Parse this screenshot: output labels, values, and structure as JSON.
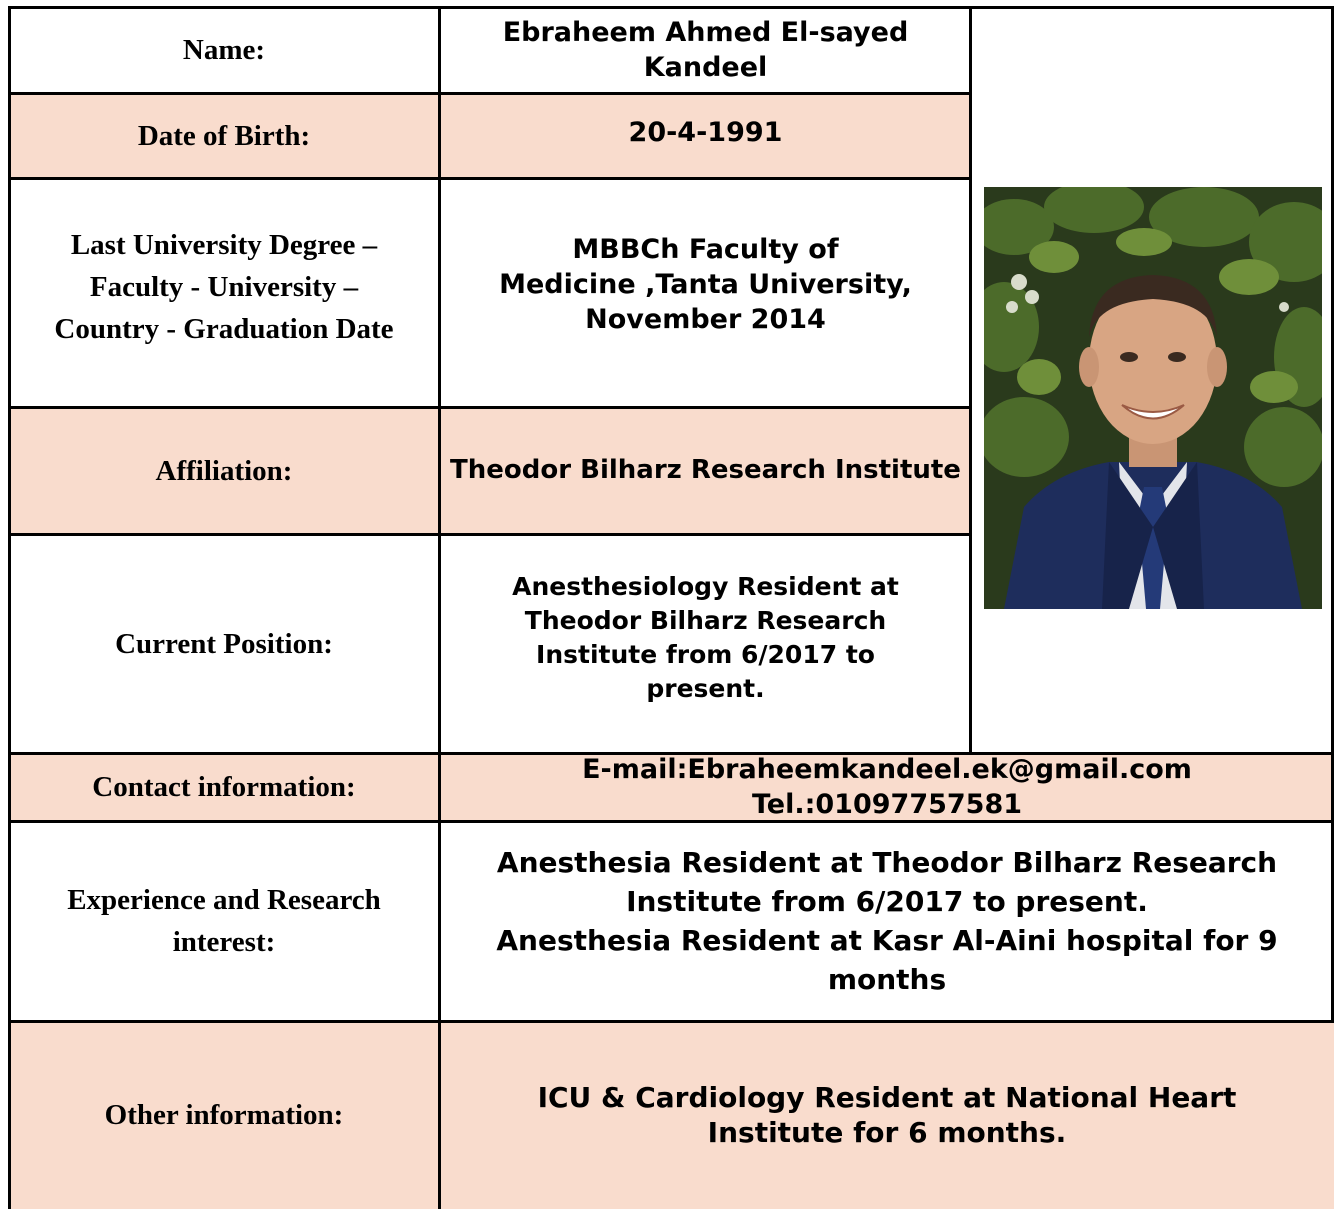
{
  "rows": {
    "name": {
      "label": "Name:",
      "value": [
        "Ebraheem Ahmed El-sayed",
        "Kandeel"
      ]
    },
    "dob": {
      "label": "Date of Birth:",
      "value": [
        "20-4-1991"
      ]
    },
    "degree": {
      "label": [
        "Last University Degree –",
        "Faculty - University –",
        "Country - Graduation Date"
      ],
      "value": [
        "MBBCh Faculty of",
        "Medicine  ,Tanta  University,",
        "November  2014"
      ]
    },
    "affiliation": {
      "label": "Affiliation:",
      "value": [
        "Theodor Bilharz Research Institute"
      ]
    },
    "position": {
      "label": "Current Position:",
      "value": [
        "Anesthesiology Resident at",
        "Theodor Bilharz Research",
        "Institute from 6/2017 to",
        "present."
      ]
    },
    "contact": {
      "label": "Contact information:",
      "value": [
        "E-mail:Ebraheemkandeel.ek@gmail.com",
        "Tel.:01097757581"
      ]
    },
    "experience": {
      "label": [
        "Experience and Research",
        "interest:"
      ],
      "value": [
        "Anesthesia Resident at Theodor Bilharz Research",
        "Institute from 6/2017 to present.",
        "Anesthesia Resident at Kasr Al-Aini hospital for 9",
        "months"
      ]
    },
    "other": {
      "label": "Other information:",
      "value": [
        "ICU & Cardiology Resident at National Heart",
        "Institute for 6 months."
      ]
    }
  },
  "colors": {
    "peach": "#f9dccd",
    "border": "#000000"
  }
}
